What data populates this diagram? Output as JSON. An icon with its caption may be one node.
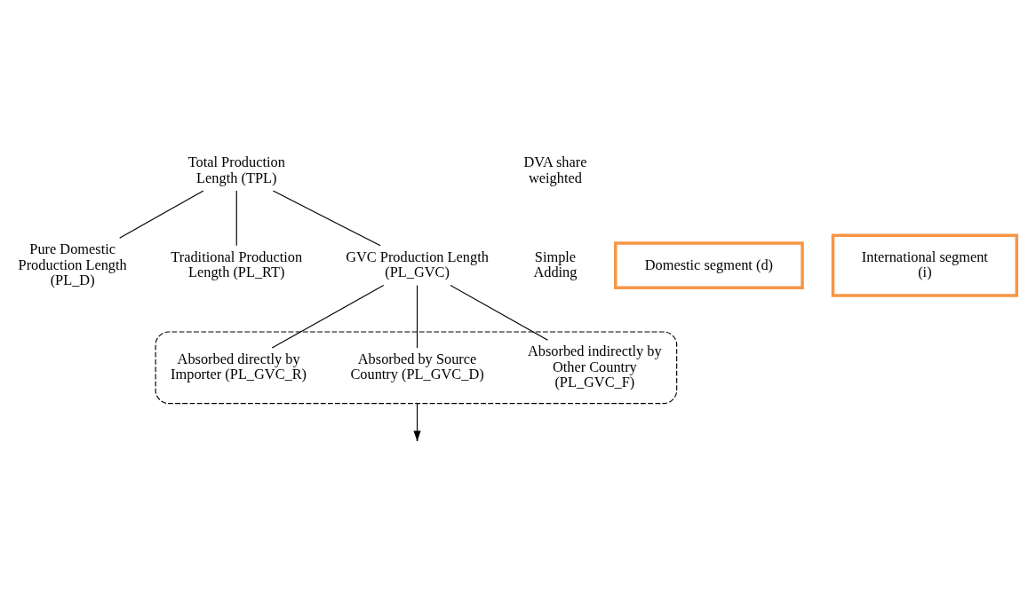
{
  "diagram": {
    "nodes": [
      {
        "text": [
          "Total Production Length (TPL)"
        ]
      },
      {
        "text": [
          "Pure Domestic Production Length (PL_D)"
        ]
      },
      {
        "text": [
          "Traditional Production Length (PL_RT)"
        ]
      },
      {
        "text": [
          "GVC Production Length (PL_GVC)"
        ]
      },
      {
        "text": [],
        "shape": "box"
      },
      {
        "text": [
          "Absorbed directly by Importer (PL_GVC_R)"
        ],
        "in": 4
      },
      {
        "text": [
          "Absorbed by Source Country (PL_GVC_D)"
        ],
        "in": 4
      },
      {
        "text": [
          "Absorbed indirectly by Other Country (PL_GVC_F)"
        ],
        "in": 4
      },
      {
        "text": [
          "Domestic segment (d)"
        ]
      },
      {
        "text": [
          "International segment (i)"
        ]
      }
    ],
    "edges": [
      {
        "from": 0,
        "to": 1,
        "arrow": "none"
      },
      {
        "from": 0,
        "to": 2,
        "arrow": "none"
      },
      {
        "from": 0,
        "to": 3,
        "arrow": "none"
      },
      {
        "from": 3,
        "to": 5,
        "arrow": "none"
      },
      {
        "from": 3,
        "to": 6,
        "arrow": "none"
      },
      {
        "from": 3,
        "to": 7,
        "arrow": "none"
      },
      {
        "from": 4,
        "to": null,
        "arrow": "to"
      }
    ],
    "labels": [
      "DVA share weighted",
      "Simple Adding"
    ]
  }
}
